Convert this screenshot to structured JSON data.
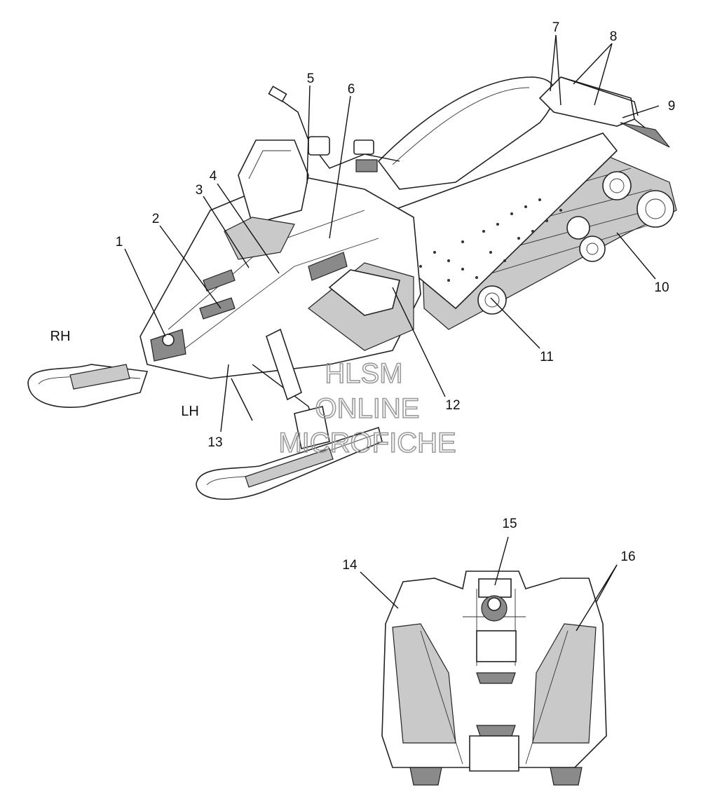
{
  "diagram": {
    "side_labels": {
      "rh": "RH",
      "lh": "LH"
    },
    "watermark": [
      "HLSM",
      "ONLINE",
      "MICROFICHE"
    ],
    "callouts": {
      "c1": "1",
      "c2": "2",
      "c3": "3",
      "c4": "4",
      "c5": "5",
      "c6": "6",
      "c7": "7",
      "c8": "8",
      "c9": "9",
      "c10": "10",
      "c11": "11",
      "c12": "12",
      "c13": "13",
      "c14": "14",
      "c15": "15",
      "c16": "16"
    }
  }
}
